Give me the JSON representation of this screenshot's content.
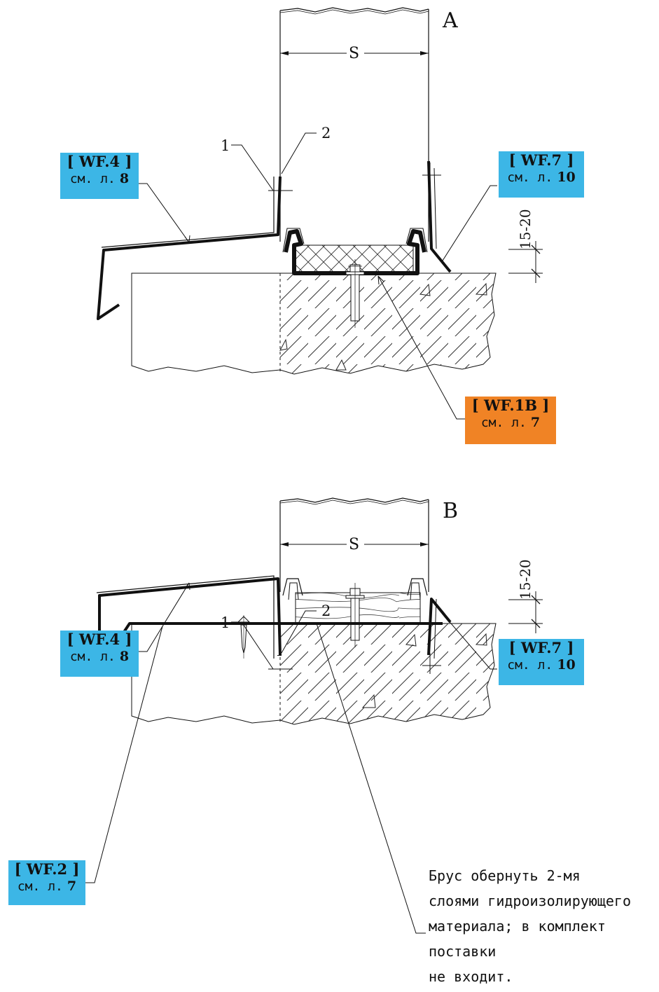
{
  "sections": [
    {
      "label": "A",
      "dimension": "S",
      "callout_1": "1",
      "callout_2": "2",
      "gap_dimension": "15-20",
      "tags": [
        {
          "code": "[ WF.4 ]",
          "ref_prefix": "см. л.",
          "ref_num": "8",
          "color": "#3cb6e6"
        },
        {
          "code": "[ WF.7 ]",
          "ref_prefix": "см. л.",
          "ref_num": "10",
          "color": "#3cb6e6"
        },
        {
          "code": "[ WF.1B ]",
          "ref_prefix": "см. л.",
          "ref_num": "7",
          "color": "#f08325"
        }
      ]
    },
    {
      "label": "B",
      "dimension": "S",
      "callout_1": "1",
      "callout_2": "2",
      "gap_dimension": "15-20",
      "tags": [
        {
          "code": "[ WF.4 ]",
          "ref_prefix": "см. л.",
          "ref_num": "8",
          "color": "#3cb6e6"
        },
        {
          "code": "[ WF.7 ]",
          "ref_prefix": "см. л.",
          "ref_num": "10",
          "color": "#3cb6e6"
        },
        {
          "code": "[ WF.2 ]",
          "ref_prefix": "см. л.",
          "ref_num": "7",
          "color": "#3cb6e6"
        }
      ],
      "note_lines": [
        "Брус обернуть 2-мя",
        "слоями гидроизолирующего",
        "материала; в комплект",
        "поставки",
        "не входит."
      ]
    }
  ]
}
